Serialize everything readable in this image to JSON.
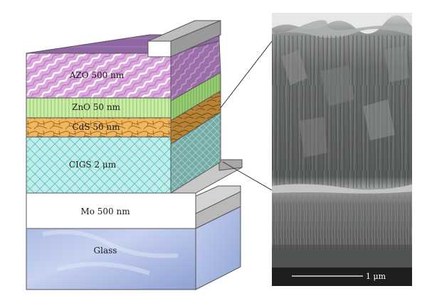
{
  "diagram": {
    "layers": [
      {
        "id": "azo",
        "label": "AZO 500 nm",
        "color": "#d7a4d8",
        "side": "#9a6aa0"
      },
      {
        "id": "zno",
        "label": "ZnO 50 nm",
        "color": "#c6e8a0",
        "side": "#7fb35f"
      },
      {
        "id": "cds",
        "label": "CdS 50 nm",
        "color": "#f0b55a",
        "side": "#b07a2c"
      },
      {
        "id": "cigs",
        "label": "CIGS 2 μm",
        "color": "#b9ecea",
        "side": "#6fa8a3"
      },
      {
        "id": "mo",
        "label": "Mo 500 nm",
        "color": "#ffffff",
        "side": "#c8c8c8"
      },
      {
        "id": "glass",
        "label": "Glass",
        "color": "#aebfe6",
        "side": "#8ea3cf"
      }
    ],
    "sem": {
      "scalebar_label": "1 μm"
    }
  }
}
